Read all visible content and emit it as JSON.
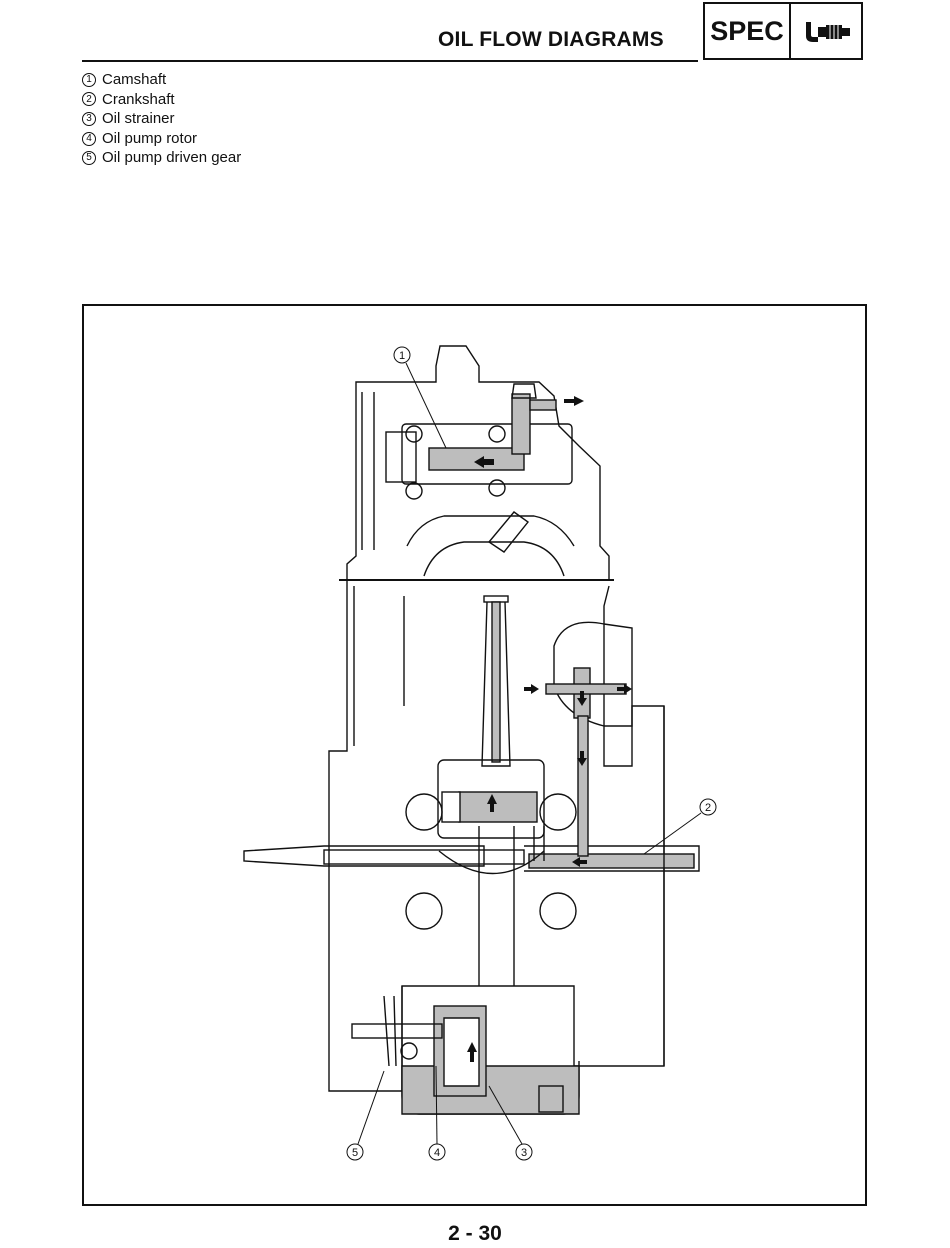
{
  "header": {
    "title": "OIL FLOW DIAGRAMS",
    "section_tag": "SPEC",
    "section_icon": "micrometer-icon"
  },
  "legend": {
    "items": [
      {
        "num": "1",
        "label": "Camshaft"
      },
      {
        "num": "2",
        "label": "Crankshaft"
      },
      {
        "num": "3",
        "label": "Oil strainer"
      },
      {
        "num": "4",
        "label": "Oil pump rotor"
      },
      {
        "num": "5",
        "label": "Oil pump driven gear"
      }
    ]
  },
  "diagram": {
    "callouts": [
      "1",
      "2",
      "3",
      "4",
      "5"
    ]
  },
  "footer": {
    "page_number": "2 - 30"
  }
}
